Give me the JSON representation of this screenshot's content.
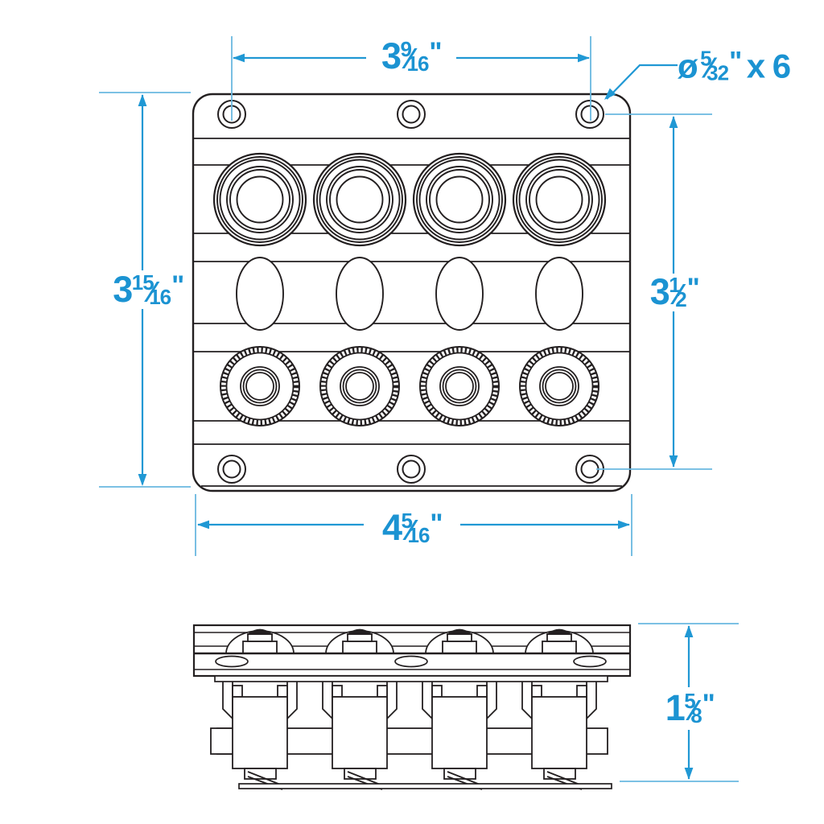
{
  "figure": {
    "type": "technical-drawing",
    "subject": "4-gang switch panel, front view (top) and side view (bottom)",
    "front_view": {
      "mounting_holes": 6,
      "round_bezels": 4,
      "rocker_ovals": 4,
      "knurled_caps": 4
    },
    "side_view": {
      "switch_bodies": 4
    }
  },
  "colors": {
    "annotation_blue": "#1b93d2",
    "extension_line_blue": "#6ab8e0",
    "line_black": "#231f20",
    "background": "#ffffff"
  },
  "dimensions": {
    "frac_slash": "⁄",
    "top_width": {
      "whole": "3",
      "num": "9",
      "den": "16",
      "unit": "\""
    },
    "hole_callout": {
      "prefix": "ø",
      "num": "5",
      "den": "32",
      "unit": "\"",
      "suffix": "x 6"
    },
    "left_height": {
      "whole": "3",
      "num": "15",
      "den": "16",
      "unit": "\""
    },
    "right_height": {
      "whole": "3",
      "num": "1",
      "den": "2",
      "unit": "\""
    },
    "bottom_width": {
      "whole": "4",
      "num": "5",
      "den": "16",
      "unit": "\""
    },
    "side_height": {
      "whole": "1",
      "num": "5",
      "den": "8",
      "unit": "\""
    }
  }
}
